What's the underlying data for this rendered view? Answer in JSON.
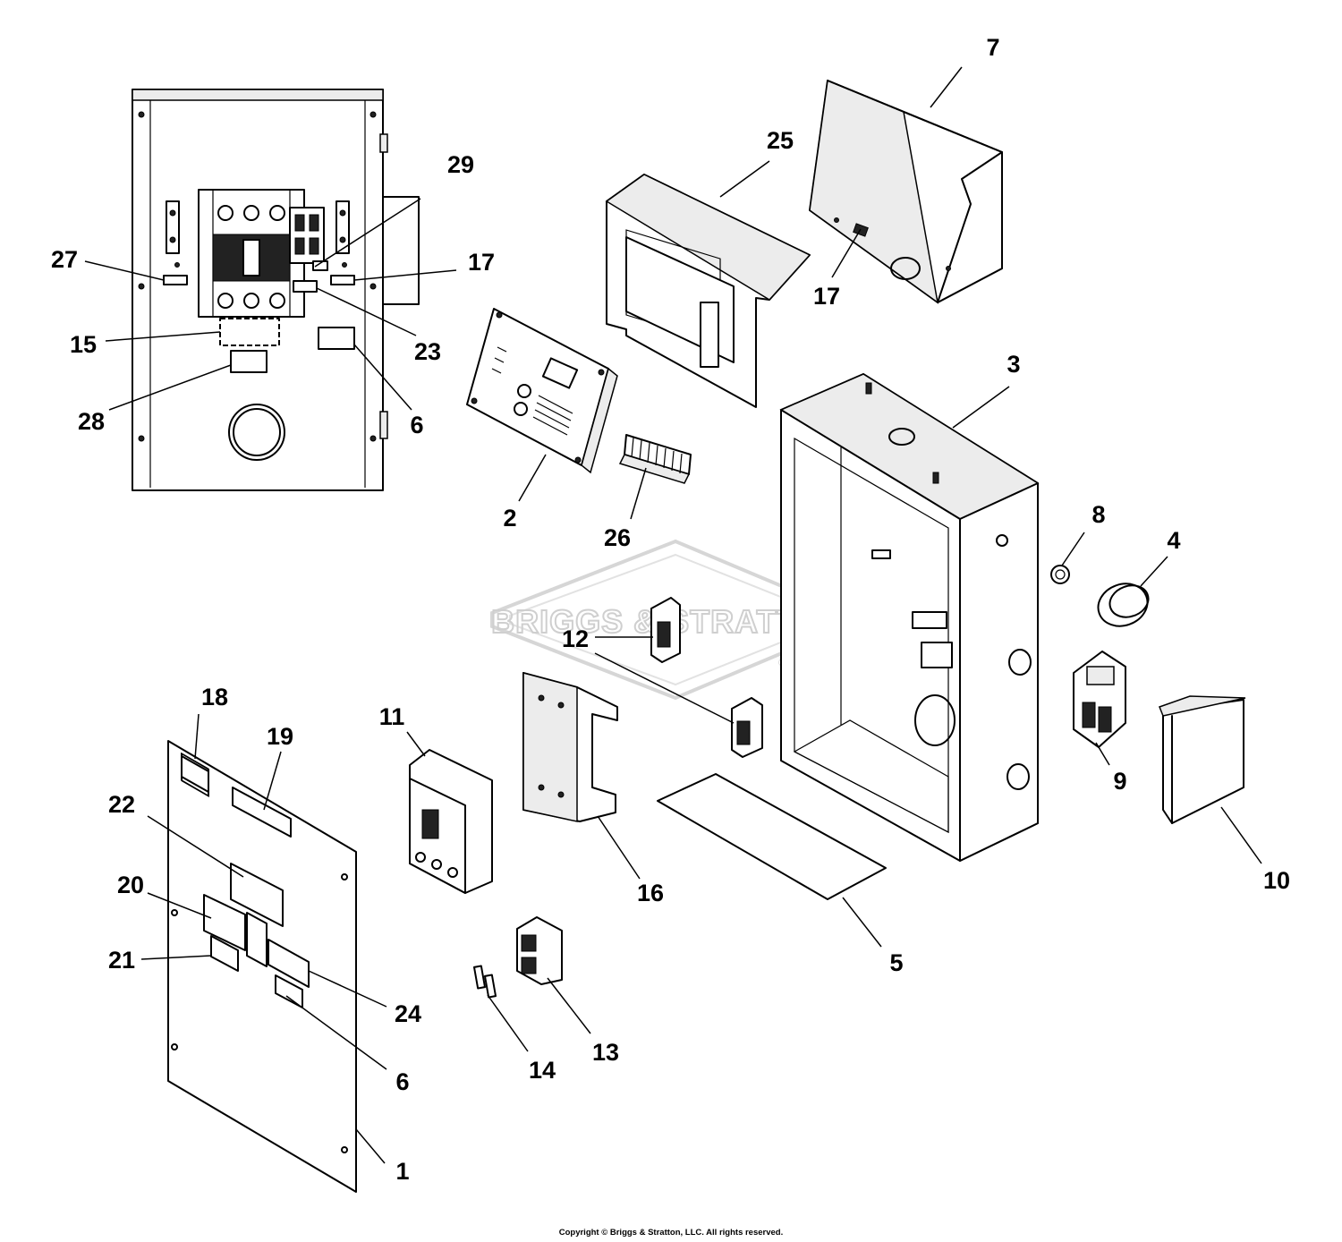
{
  "watermark": {
    "brand": "BRIGGS & STRATTON",
    "mark": "®"
  },
  "copyright": "Copyright © Briggs & Stratton, LLC. All rights reserved.",
  "callouts": {
    "c1": "1",
    "c2": "2",
    "c3": "3",
    "c4": "4",
    "c5": "5",
    "c6a": "6",
    "c6b": "6",
    "c7": "7",
    "c8": "8",
    "c9": "9",
    "c10": "10",
    "c11": "11",
    "c12": "12",
    "c13": "13",
    "c14": "14",
    "c15": "15",
    "c16": "16",
    "c17a": "17",
    "c17b": "17",
    "c18": "18",
    "c19": "19",
    "c20": "20",
    "c21": "21",
    "c22": "22",
    "c23": "23",
    "c24": "24",
    "c25": "25",
    "c26": "26",
    "c27": "27",
    "c28": "28",
    "c29": "29"
  }
}
